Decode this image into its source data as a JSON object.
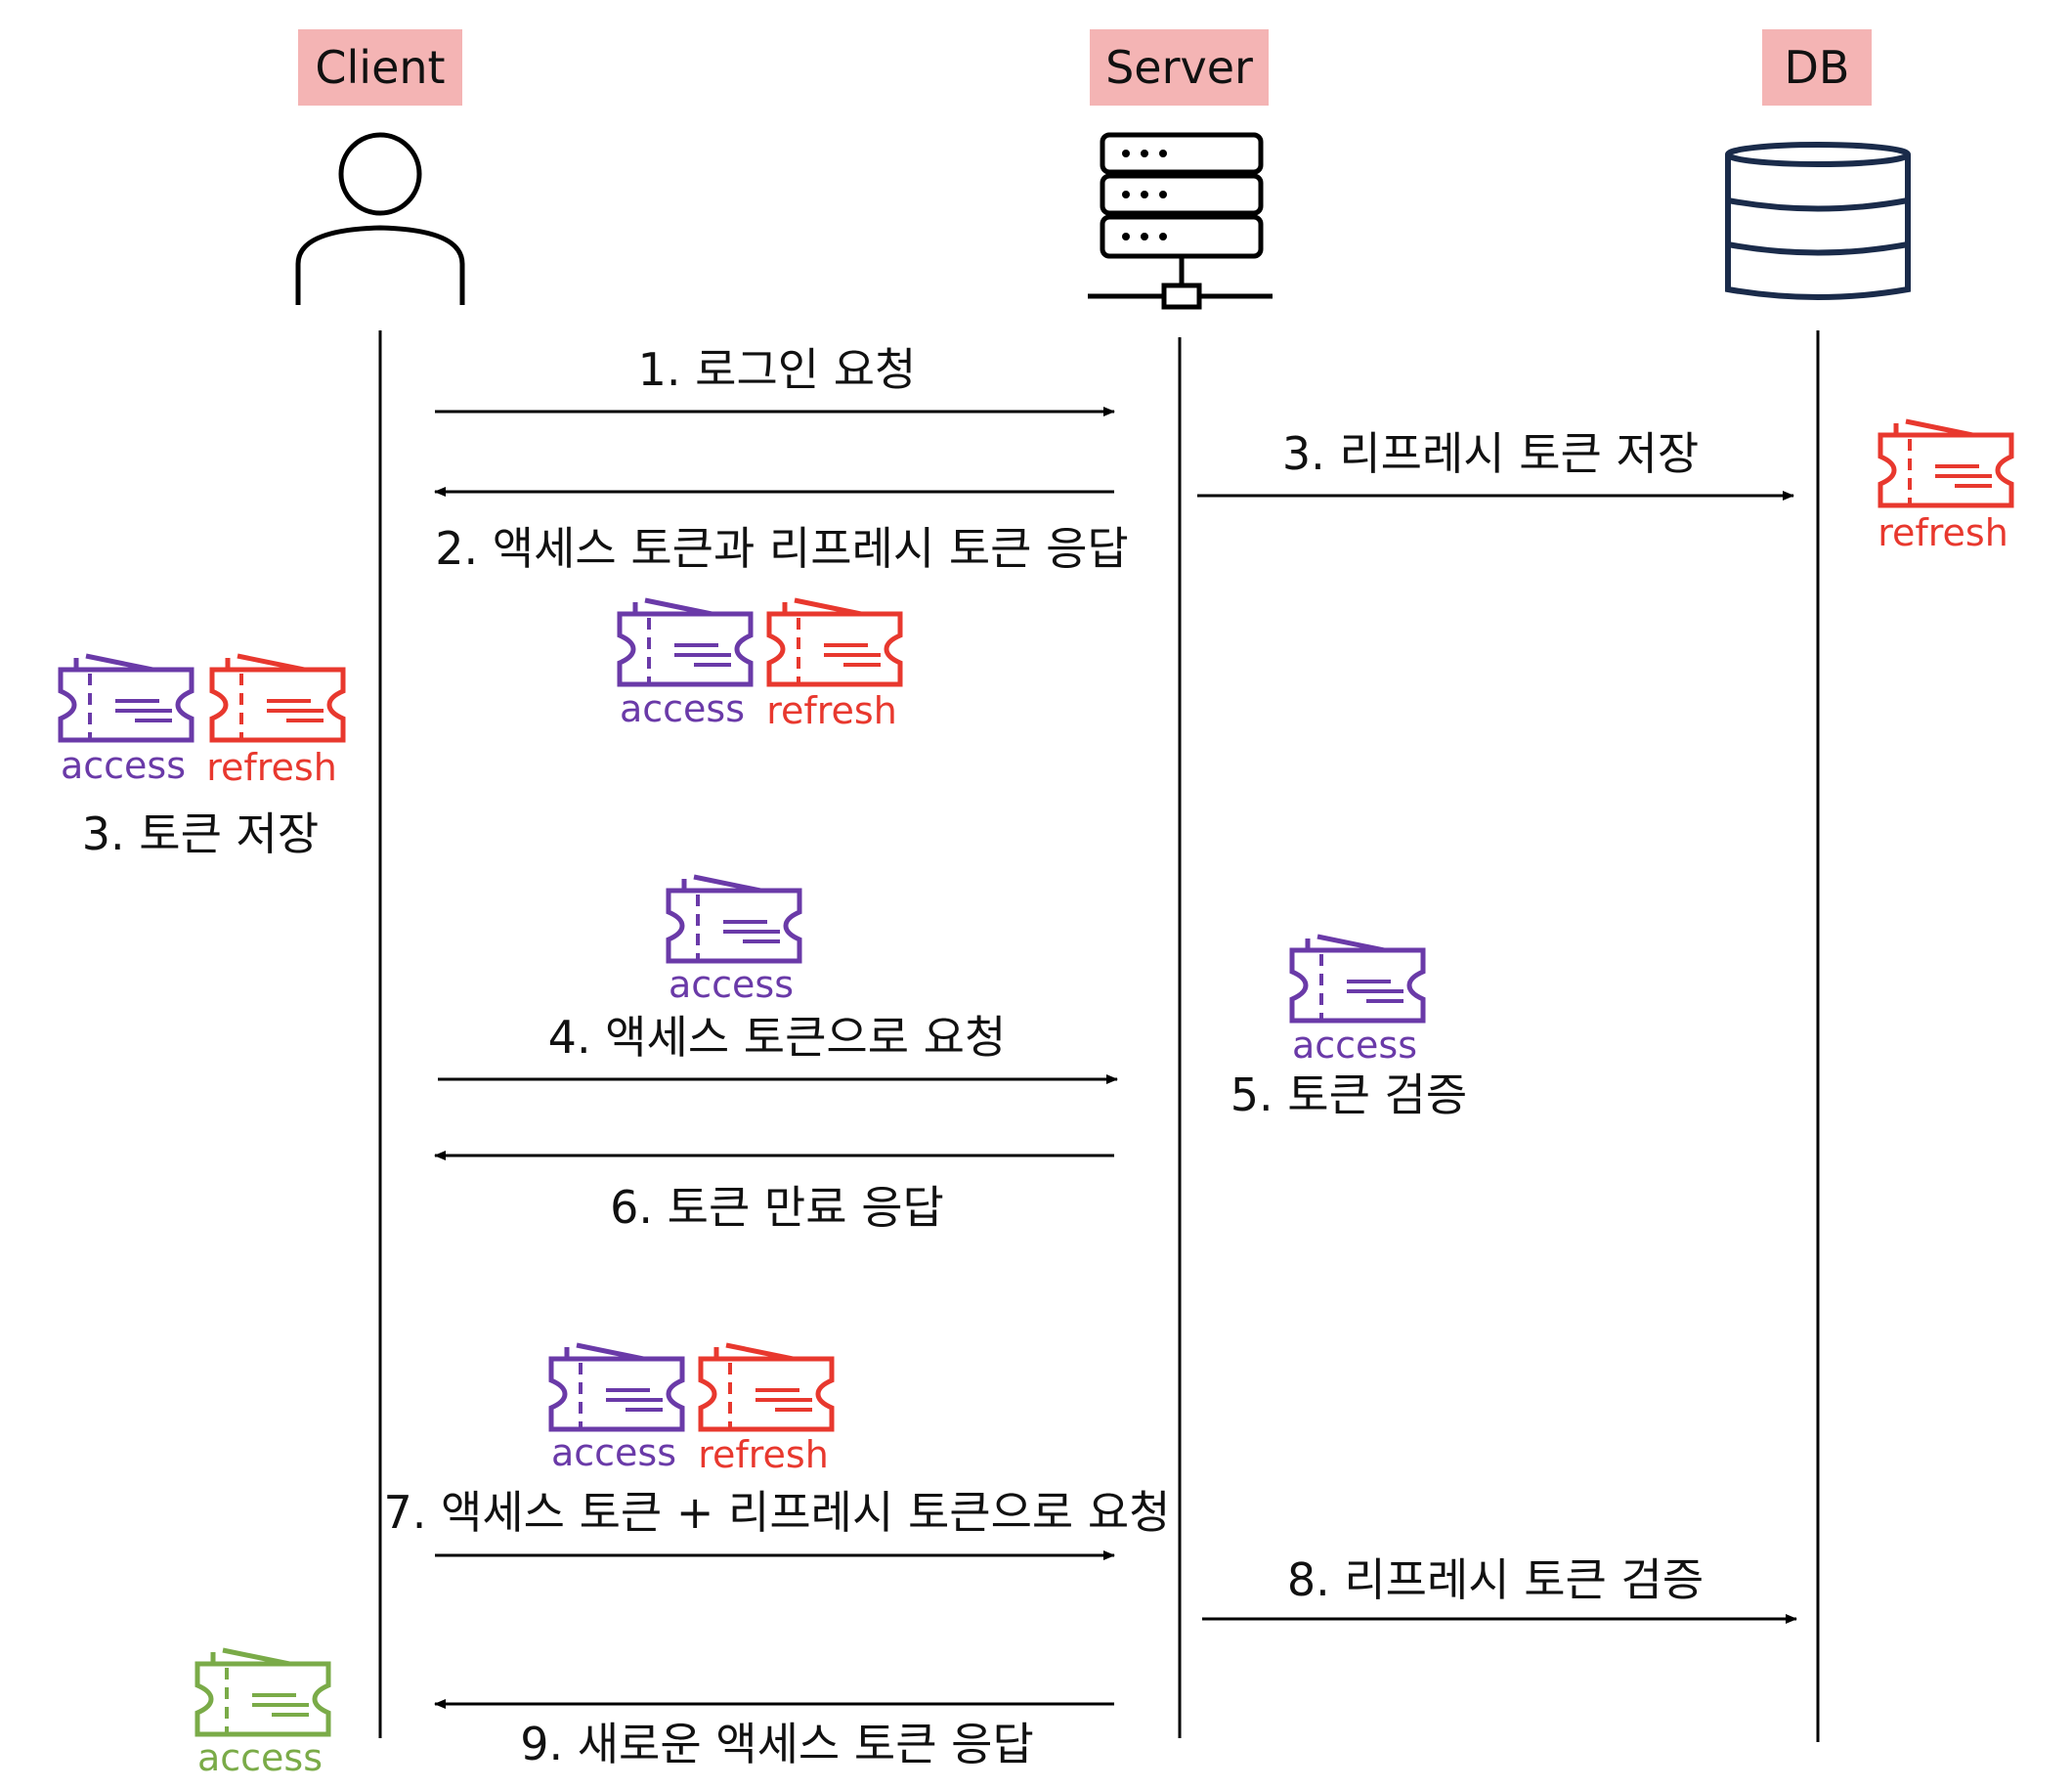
{
  "actors": {
    "client": "Client",
    "server": "Server",
    "db": "DB"
  },
  "messages": {
    "m1": "1. 로그인 요청",
    "m2": "2. 액세스 토큰과 리프레시 토큰 응답",
    "m3_server": "3. 리프레시 토큰 저장",
    "m3_client": "3. 토큰 저장",
    "m4": "4. 액세스 토큰으로 요청",
    "m5": "5. 토큰 검증",
    "m6": "6. 토큰 만료 응답",
    "m7": "7. 액세스 토큰 + 리프레시 토큰으로 요청",
    "m8": "8. 리프레시 토큰 검증",
    "m9": "9. 새로운 액세스 토큰 응답"
  },
  "tokens": {
    "access": "access",
    "refresh": "refresh"
  },
  "colors": {
    "actor_bg": "#f4b4b4",
    "access": "#6a3aa8",
    "refresh": "#e8382e",
    "new_access": "#7aab48",
    "line": "#000000",
    "db_icon": "#1a2b4a"
  },
  "icons": {
    "client": "person-icon",
    "server": "server-icon",
    "db": "database-icon",
    "token": "ticket-icon"
  }
}
